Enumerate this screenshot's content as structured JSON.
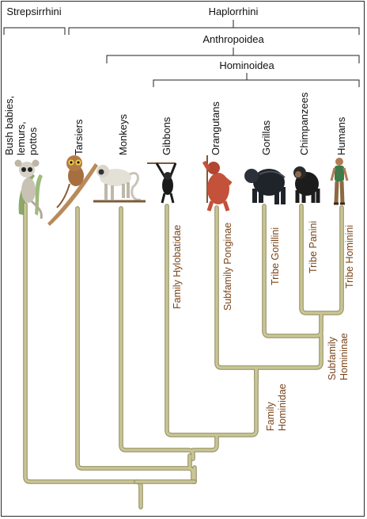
{
  "groups": {
    "strepsirrhini": "Strepsirrhini",
    "haplorrhini": "Haplorrhini",
    "anthropoidea": "Anthropoidea",
    "hominoidea": "Hominoidea"
  },
  "taxa": {
    "bush_babies": [
      "Bush babies,",
      "lemurs,",
      "pottos"
    ],
    "tarsiers": "Tarsiers",
    "monkeys": "Monkeys",
    "gibbons": "Gibbons",
    "orangutans": "Orangutans",
    "gorillas": "Gorillas",
    "chimpanzees": "Chimpanzees",
    "humans": "Humans"
  },
  "clades": {
    "hylobatidae": "Family Hylobatidae",
    "ponginae": "Subfamily Ponginae",
    "gorillini": "Tribe Gorillini",
    "panini": "Tribe Panini",
    "hominini": "Tribe Hominini",
    "homininae": [
      "Subfamily",
      "Homininae"
    ],
    "hominidae": [
      "Family",
      "Hominidae"
    ]
  },
  "colors": {
    "branch": "#c9c596",
    "branch_edge": "#8e8a5a",
    "clade_text": "#7a4418"
  },
  "illustrations": [
    "bush-baby-icon",
    "tarsier-icon",
    "monkey-icon",
    "gibbon-icon",
    "orangutan-icon",
    "gorilla-icon",
    "chimpanzee-icon",
    "human-icon"
  ]
}
